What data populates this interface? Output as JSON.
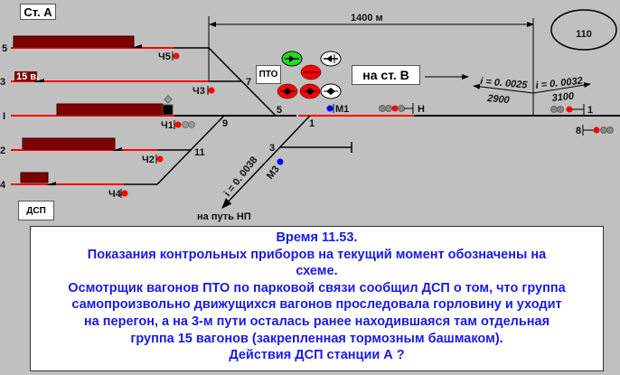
{
  "station_label": "Ст. А",
  "dsp_button": "ДСП",
  "pto_button": "ПТО",
  "to_station_b": "на ст. В",
  "badge": "110",
  "distance": "1400 м",
  "tracks": {
    "t5": "5",
    "t3": "3",
    "t1": "I",
    "t2": "2",
    "t4": "4"
  },
  "switches": {
    "s7": "7",
    "s5": "5",
    "s9": "9",
    "s11": "11",
    "s1": "1",
    "s3": "3"
  },
  "signals": {
    "ch5": "Ч5",
    "ch3": "Ч3",
    "ch1": "Ч1",
    "ch2": "Ч2",
    "ch4": "Ч4",
    "m1": "М1",
    "m3": "М3",
    "n": "Н",
    "s1": "1",
    "s8": "8"
  },
  "wagon_group_3": "15 в.",
  "to_np": "на путь НП",
  "grade_np": "i = 0. 0038",
  "grade_left": {
    "value": "i = 0. 0025",
    "length": "2900"
  },
  "grade_right": {
    "value": "i = 0. 0032",
    "length": "3100"
  },
  "colors": {
    "background": "#c0c0c0",
    "occupied": "#ff0000",
    "wagon": "#7f0000",
    "text": "#1a1ae6",
    "green": "#22dd22",
    "blue": "#0000ff"
  },
  "info": {
    "lines": [
      "Время 11.53.",
      "Показания контрольных приборов на текущий момент обозначены на",
      "схеме.",
      "Осмотрщик вагонов ПТО по парковой связи сообщил ДСП о том, что группа",
      "самопроизвольно движущихся вагонов проследовала горловину и уходит",
      "на перегон, а на 3-м пути осталась ранее находившаяся там отдельная",
      "группа 15 вагонов (закрепленная тормозным башмаком).",
      "Действия ДСП станции А ?"
    ]
  }
}
